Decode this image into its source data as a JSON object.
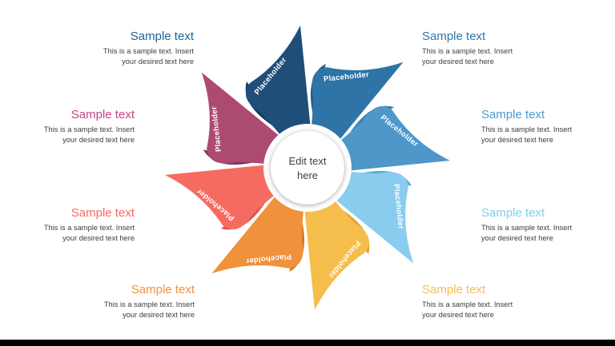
{
  "slide": {
    "background_color": "#FFFFFF",
    "bottom_bar_color": "#000000",
    "body_text_color": "#3C3C3C"
  },
  "center": {
    "line1": "Edit text",
    "line2": "here",
    "text_color": "#3F3F3F",
    "fill_color": "#FFFFFF"
  },
  "petals": [
    {
      "id": "north",
      "rotation": 0,
      "body_color": "#1F4E79",
      "fold_color": "#173A5C",
      "label": "Placeholder"
    },
    {
      "id": "north-east",
      "rotation": 45,
      "body_color": "#2E74A6",
      "fold_color": "#205E8C",
      "label": "Placeholder"
    },
    {
      "id": "east",
      "rotation": 90,
      "body_color": "#4E97C9",
      "fold_color": "#3A7EAE",
      "label": "Placeholder"
    },
    {
      "id": "south-east",
      "rotation": 135,
      "body_color": "#89CCEE",
      "fold_color": "#58ACD8",
      "label": "Placeholder"
    },
    {
      "id": "south",
      "rotation": 180,
      "body_color": "#F5BD4C",
      "fold_color": "#DCA42E",
      "label": "Placeholder"
    },
    {
      "id": "south-west",
      "rotation": 225,
      "body_color": "#F0913B",
      "fold_color": "#D4781F",
      "label": "Placeholder"
    },
    {
      "id": "west",
      "rotation": 270,
      "body_color": "#F56B60",
      "fold_color": "#DD4F48",
      "label": "Placeholder"
    },
    {
      "id": "north-west",
      "rotation": 315,
      "body_color": "#AC4A72",
      "fold_color": "#84325A",
      "label": "Placeholder"
    }
  ],
  "text_blocks": [
    {
      "position": "top-left",
      "align": "right",
      "heading": "Sample text",
      "heading_color": "#1E6295",
      "body_line1": "This is a sample text. Insert",
      "body_line2": "your desired text here"
    },
    {
      "position": "top-right",
      "align": "left",
      "heading": "Sample text",
      "heading_color": "#2E76A8",
      "body_line1": "This is a sample text. Insert",
      "body_line2": "your desired text here"
    },
    {
      "position": "middle-left",
      "align": "right",
      "heading": "Sample text",
      "heading_color": "#C64682",
      "body_line1": "This is a sample text. Insert",
      "body_line2": "your desired text here"
    },
    {
      "position": "middle-right",
      "align": "left",
      "heading": "Sample text",
      "heading_color": "#4E9BCE",
      "body_line1": "This is a sample text. Insert",
      "body_line2": "your desired text here"
    },
    {
      "position": "lower-left",
      "align": "right",
      "heading": "Sample text",
      "heading_color": "#F56A60",
      "body_line1": "This is a sample text. Insert",
      "body_line2": "your desired text here"
    },
    {
      "position": "lower-right",
      "align": "left",
      "heading": "Sample text",
      "heading_color": "#85CAEE",
      "body_line1": "This is a sample text. Insert",
      "body_line2": "your desired text here"
    },
    {
      "position": "bottom-left",
      "align": "right",
      "heading": "Sample text",
      "heading_color": "#F5923D",
      "body_line1": "This is a sample text. Insert",
      "body_line2": "your desired text here"
    },
    {
      "position": "bottom-right",
      "align": "left",
      "heading": "Sample text",
      "heading_color": "#F7BE4E",
      "body_line1": "This is a sample text. Insert",
      "body_line2": "your desired text here"
    }
  ]
}
